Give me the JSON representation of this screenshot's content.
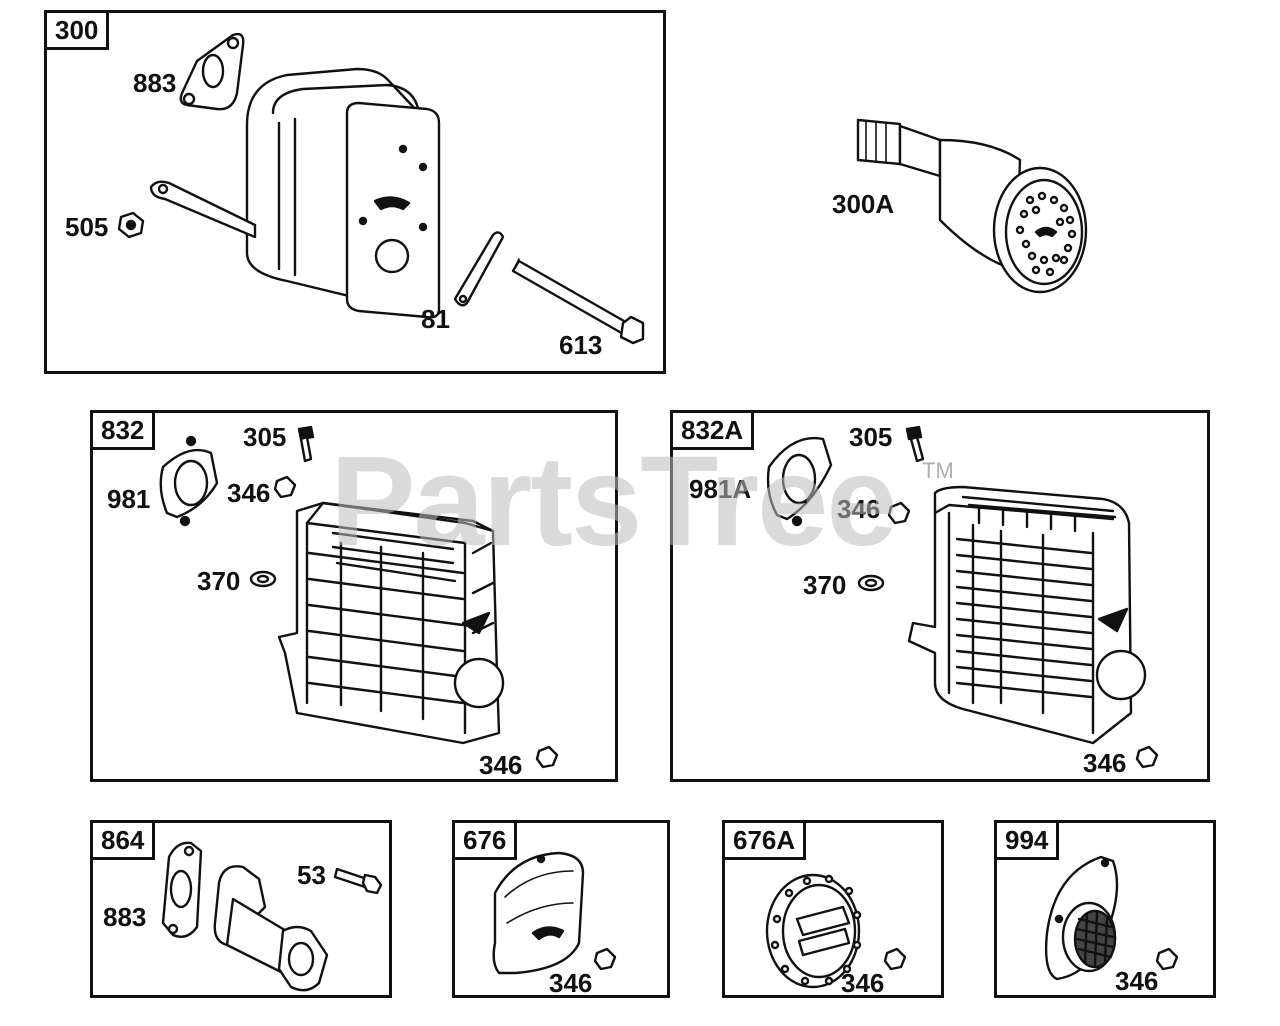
{
  "watermark": {
    "text": "PartsTree",
    "tm": "TM"
  },
  "panels": {
    "p300": {
      "tag": "300",
      "labels": [
        "883",
        "505",
        "81",
        "613"
      ]
    },
    "p300a": {
      "label": "300A"
    },
    "p832": {
      "tag": "832",
      "labels": [
        "305",
        "981",
        "346",
        "370",
        "346"
      ]
    },
    "p832a": {
      "tag": "832A",
      "labels": [
        "305",
        "981A",
        "346",
        "370",
        "346"
      ]
    },
    "p864": {
      "tag": "864",
      "labels": [
        "883",
        "53"
      ]
    },
    "p676": {
      "tag": "676",
      "labels": [
        "346"
      ]
    },
    "p676a": {
      "tag": "676A",
      "labels": [
        "346"
      ]
    },
    "p994": {
      "tag": "994",
      "labels": [
        "346"
      ]
    }
  }
}
